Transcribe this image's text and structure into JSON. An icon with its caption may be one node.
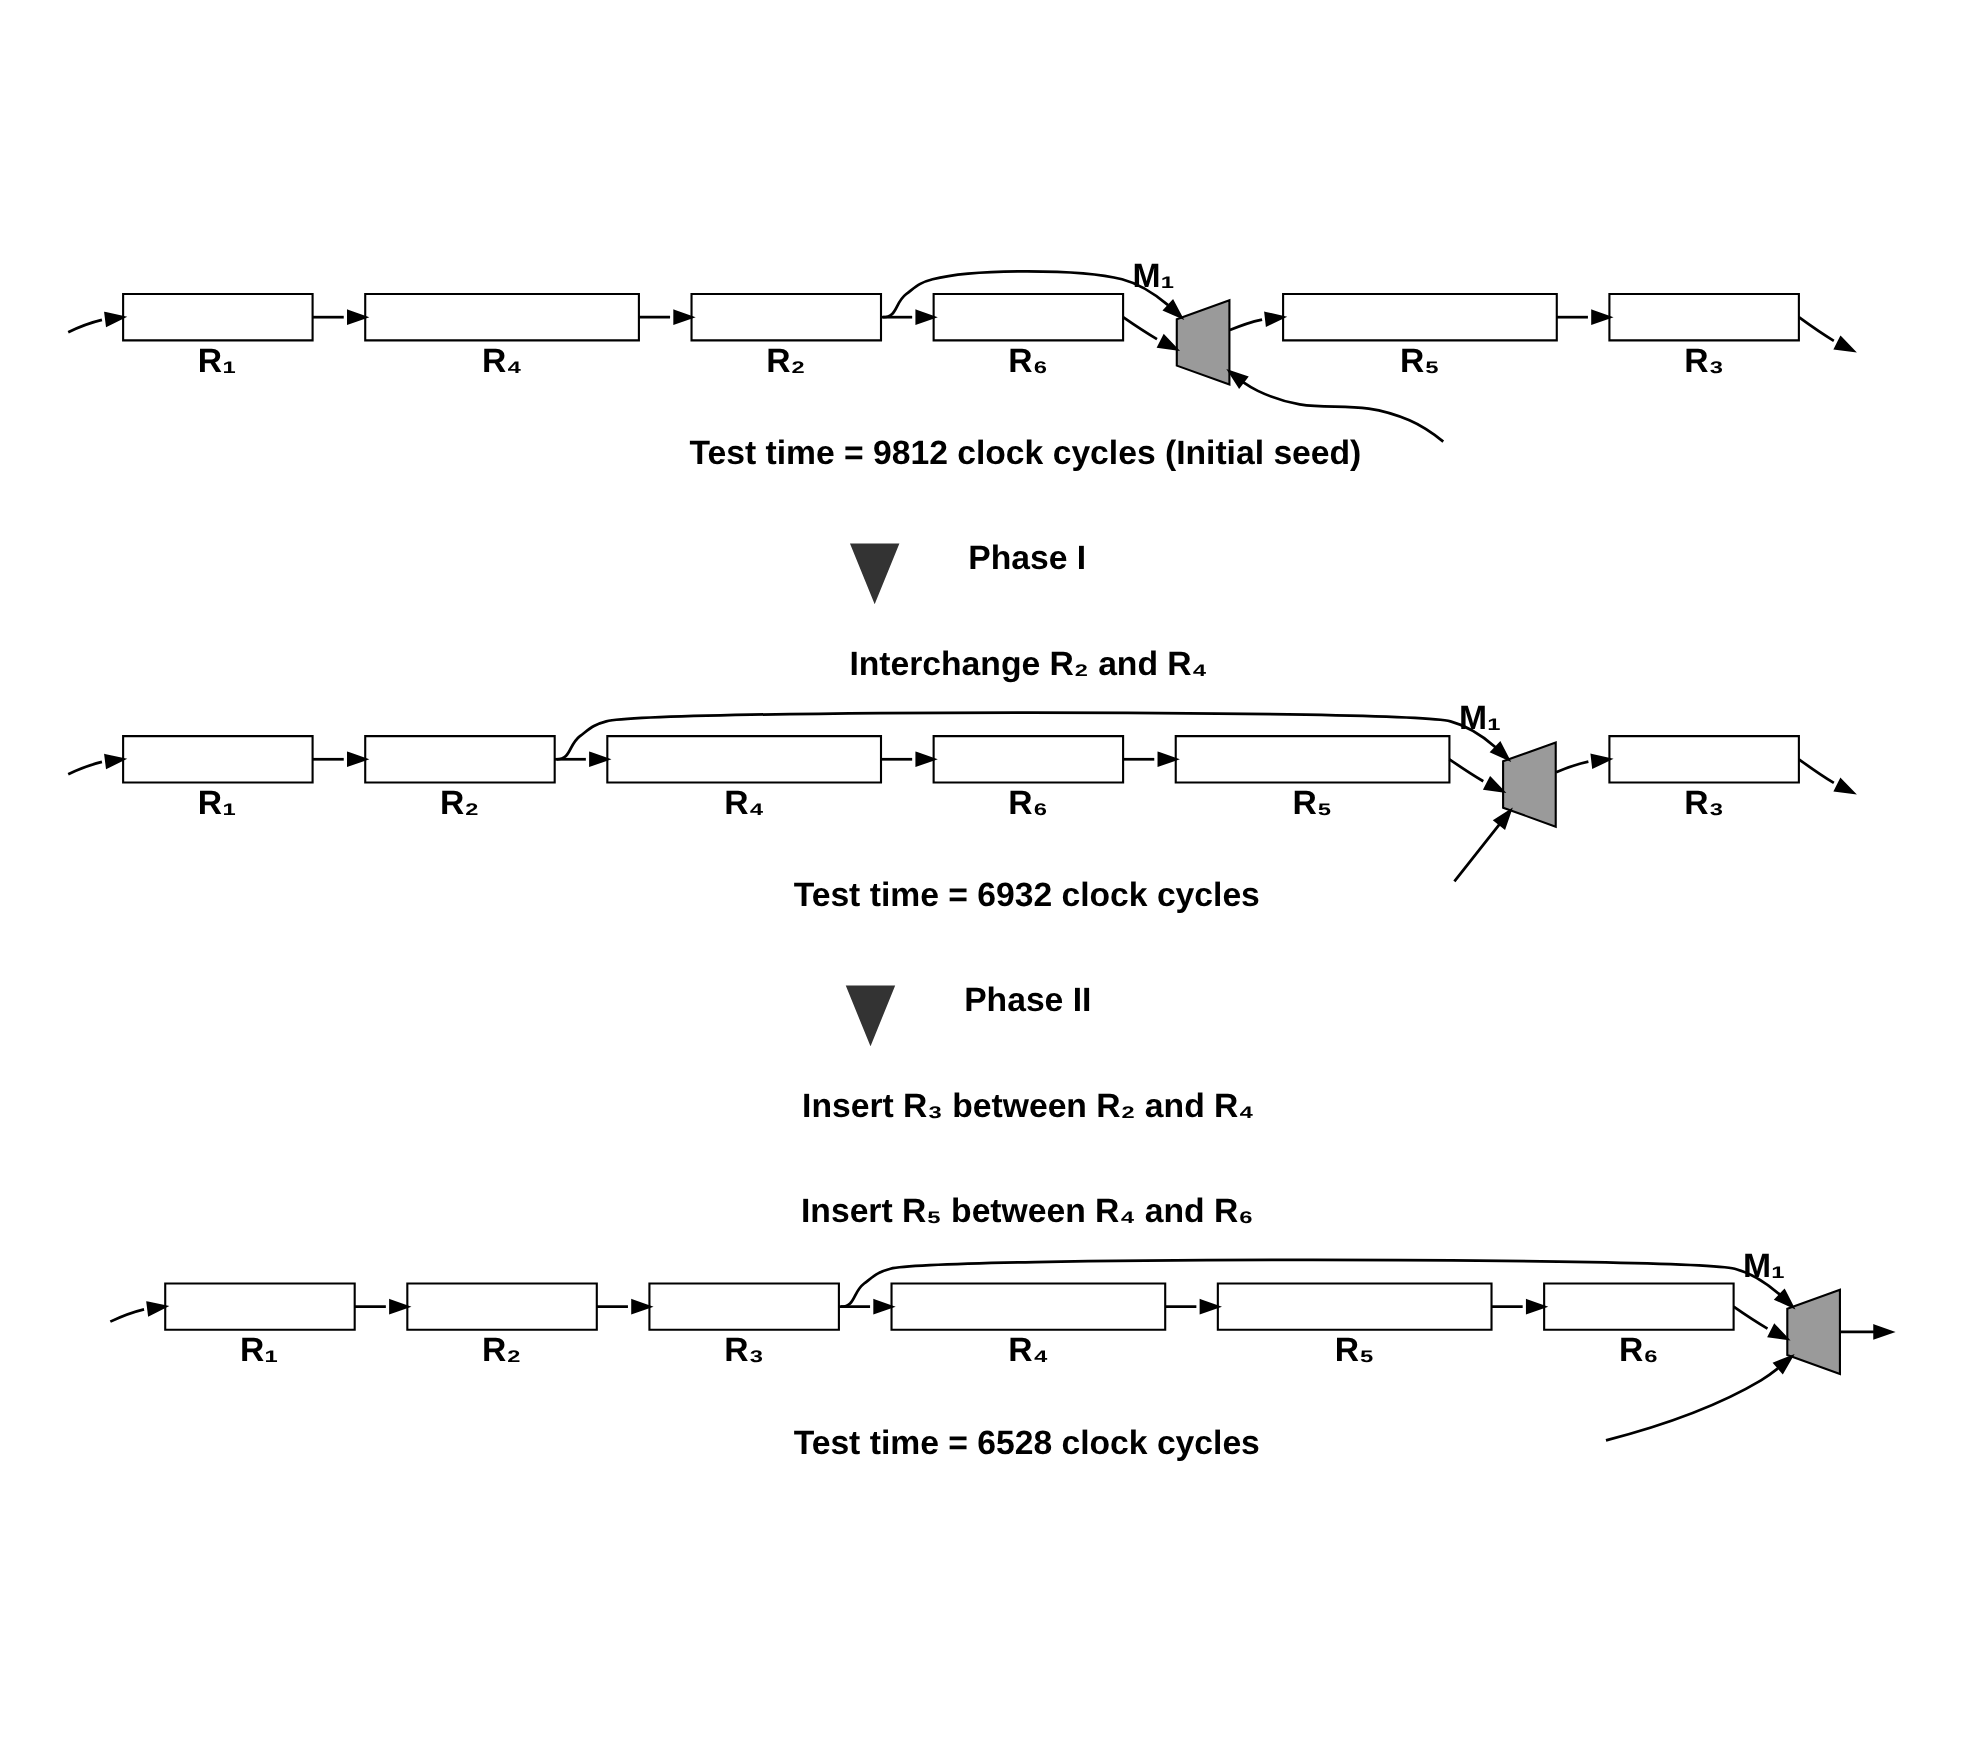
{
  "diagram": {
    "nodes": [
      {
        "text": [
          "R₁"
        ]
      },
      {
        "text": [
          "R₄"
        ]
      },
      {
        "text": [
          "R₂"
        ]
      },
      {
        "text": [
          "R₆"
        ]
      },
      {
        "text": [
          "M₁"
        ]
      },
      {
        "text": [
          "R₅"
        ]
      },
      {
        "text": [
          "R₃"
        ]
      },
      {
        "text": [
          "R₁"
        ]
      },
      {
        "text": [
          "R₂"
        ]
      },
      {
        "text": [
          "R₄"
        ]
      },
      {
        "text": [
          "R₆"
        ]
      },
      {
        "text": [
          "R₅"
        ]
      },
      {
        "text": [
          "M₁"
        ]
      },
      {
        "text": [
          "R₃"
        ]
      },
      {
        "text": [
          "R₁"
        ]
      },
      {
        "text": [
          "R₂"
        ]
      },
      {
        "text": [
          "R₃"
        ]
      },
      {
        "text": [
          "R₄"
        ]
      },
      {
        "text": [
          "R₅"
        ]
      },
      {
        "text": [
          "R₆"
        ]
      },
      {
        "text": [
          "M₁"
        ]
      },
      {
        "text": [],
        "shape": "arrow"
      },
      {
        "text": [],
        "shape": "arrow"
      }
    ],
    "edges": [
      {
        "from": null,
        "to": 0,
        "arrow": "to"
      },
      {
        "from": 0,
        "to": 1,
        "arrow": "to"
      },
      {
        "from": 1,
        "to": 2,
        "arrow": "to"
      },
      {
        "from": 2,
        "to": 3,
        "arrow": "to"
      },
      {
        "from": 3,
        "to": 4,
        "arrow": "to"
      },
      {
        "from": 2,
        "to": 4,
        "arrow": "to"
      },
      {
        "from": null,
        "to": 4,
        "arrow": "to"
      },
      {
        "from": 4,
        "to": 5,
        "arrow": "to"
      },
      {
        "from": 5,
        "to": 6,
        "arrow": "to"
      },
      {
        "from": 6,
        "to": null,
        "arrow": "to"
      },
      {
        "from": null,
        "to": 7,
        "arrow": "to"
      },
      {
        "from": 7,
        "to": 8,
        "arrow": "to"
      },
      {
        "from": 8,
        "to": 9,
        "arrow": "to"
      },
      {
        "from": 9,
        "to": 10,
        "arrow": "to"
      },
      {
        "from": 10,
        "to": 11,
        "arrow": "to"
      },
      {
        "from": 11,
        "to": 12,
        "arrow": "to"
      },
      {
        "from": 8,
        "to": 12,
        "arrow": "to"
      },
      {
        "from": null,
        "to": 12,
        "arrow": "to"
      },
      {
        "from": 12,
        "to": 13,
        "arrow": "to"
      },
      {
        "from": 13,
        "to": null,
        "arrow": "to"
      },
      {
        "from": null,
        "to": 14,
        "arrow": "to"
      },
      {
        "from": 14,
        "to": 15,
        "arrow": "to"
      },
      {
        "from": 15,
        "to": 16,
        "arrow": "to"
      },
      {
        "from": 16,
        "to": 17,
        "arrow": "to"
      },
      {
        "from": 17,
        "to": 18,
        "arrow": "to"
      },
      {
        "from": 18,
        "to": 19,
        "arrow": "to"
      },
      {
        "from": 19,
        "to": 20,
        "arrow": "to"
      },
      {
        "from": 16,
        "to": 20,
        "arrow": "to"
      },
      {
        "from": null,
        "to": 20,
        "arrow": "to"
      },
      {
        "from": 20,
        "to": null,
        "arrow": "to"
      }
    ],
    "labels": [
      "Test time = 9812 clock cycles (Initial seed)",
      "Phase I",
      "Interchange R₂ and R₄",
      "Test time = 6932 clock cycles",
      "Phase II",
      "Insert R₃ between R₂ and R₄",
      "Insert R₅ between R₄ and R₆",
      "Test time = 6528 clock cycles"
    ]
  }
}
